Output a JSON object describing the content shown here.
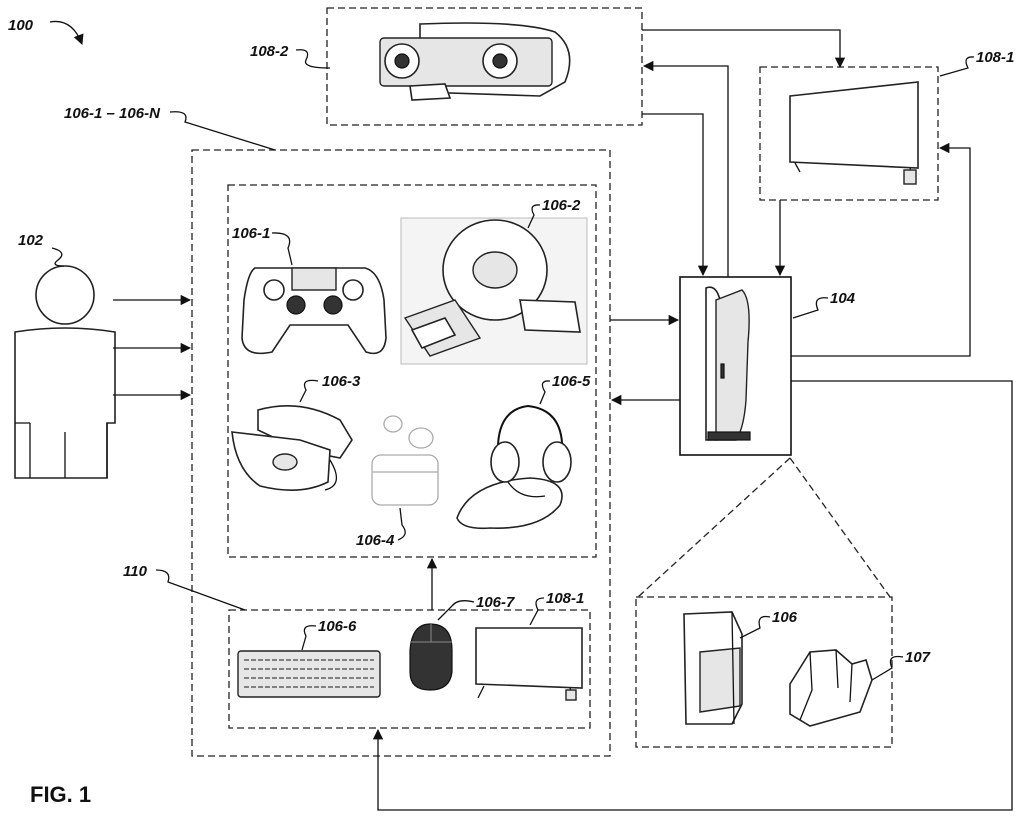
{
  "figure": {
    "caption": "FIG. 1",
    "system_ref": "100"
  },
  "labels": {
    "user": "102",
    "console": "104",
    "devices_group": "106-1 – 106-N",
    "controller": "106-1",
    "steering_wheel": "106-2",
    "vr_headset": "106-3",
    "earbuds": "106-4",
    "headset": "106-5",
    "keyboard": "106-6",
    "mouse": "106-7",
    "camera": "108-2",
    "tv_top": "108-1",
    "monitor_small": "108-1",
    "pc_group": "110",
    "console_part": "106",
    "charging_stand": "107"
  },
  "colors": {
    "line": "#111111",
    "fill_light": "#e6e6e6",
    "fill_dark": "#333333"
  }
}
